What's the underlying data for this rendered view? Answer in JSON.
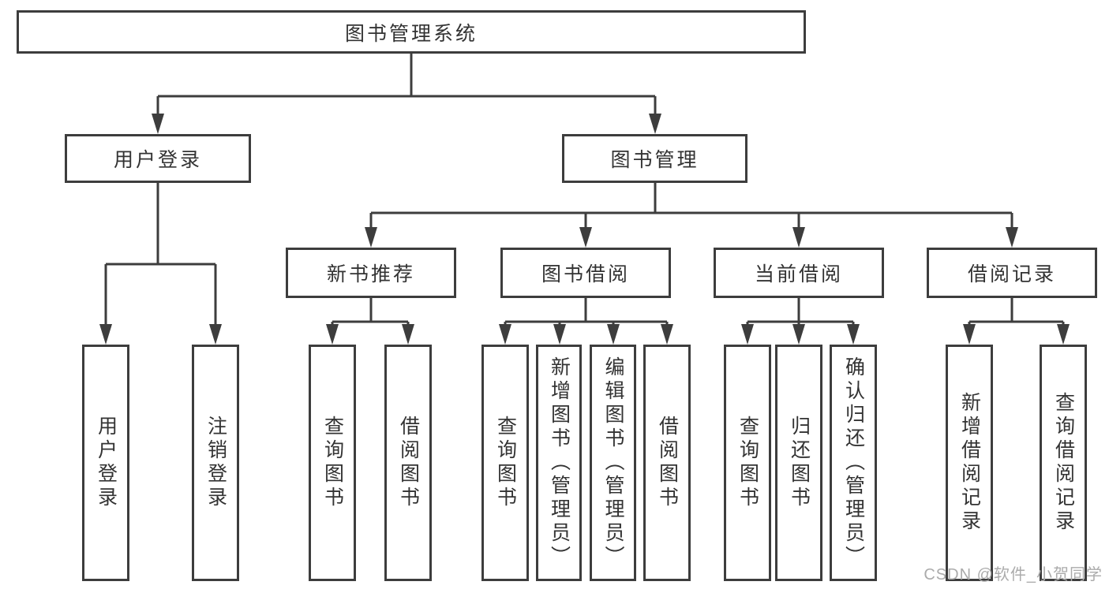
{
  "tree": {
    "root": {
      "label": "图书管理系统"
    },
    "branches": [
      {
        "label": "用户登录",
        "children": [
          {
            "label": "用户登录"
          },
          {
            "label": "注销登录"
          }
        ]
      },
      {
        "label": "图书管理",
        "children": [
          {
            "label": "新书推荐",
            "children": [
              {
                "label": "查询图书"
              },
              {
                "label": "借阅图书"
              }
            ]
          },
          {
            "label": "图书借阅",
            "children": [
              {
                "label": "查询图书"
              },
              {
                "label": "新增图书（管理员）"
              },
              {
                "label": "编辑图书（管理员）"
              },
              {
                "label": "借阅图书"
              }
            ]
          },
          {
            "label": "当前借阅",
            "children": [
              {
                "label": "查询图书"
              },
              {
                "label": "归还图书"
              },
              {
                "label": "确认归还（管理员）"
              }
            ]
          },
          {
            "label": "借阅记录",
            "children": [
              {
                "label": "新增借阅记录"
              },
              {
                "label": "查询借阅记录"
              }
            ]
          }
        ]
      }
    ]
  },
  "watermark": "CSDN @软件_小贺同学",
  "colors": {
    "line": "#3d3d3d",
    "text": "#333333",
    "watermark": "#ababab",
    "background": "#ffffff"
  }
}
